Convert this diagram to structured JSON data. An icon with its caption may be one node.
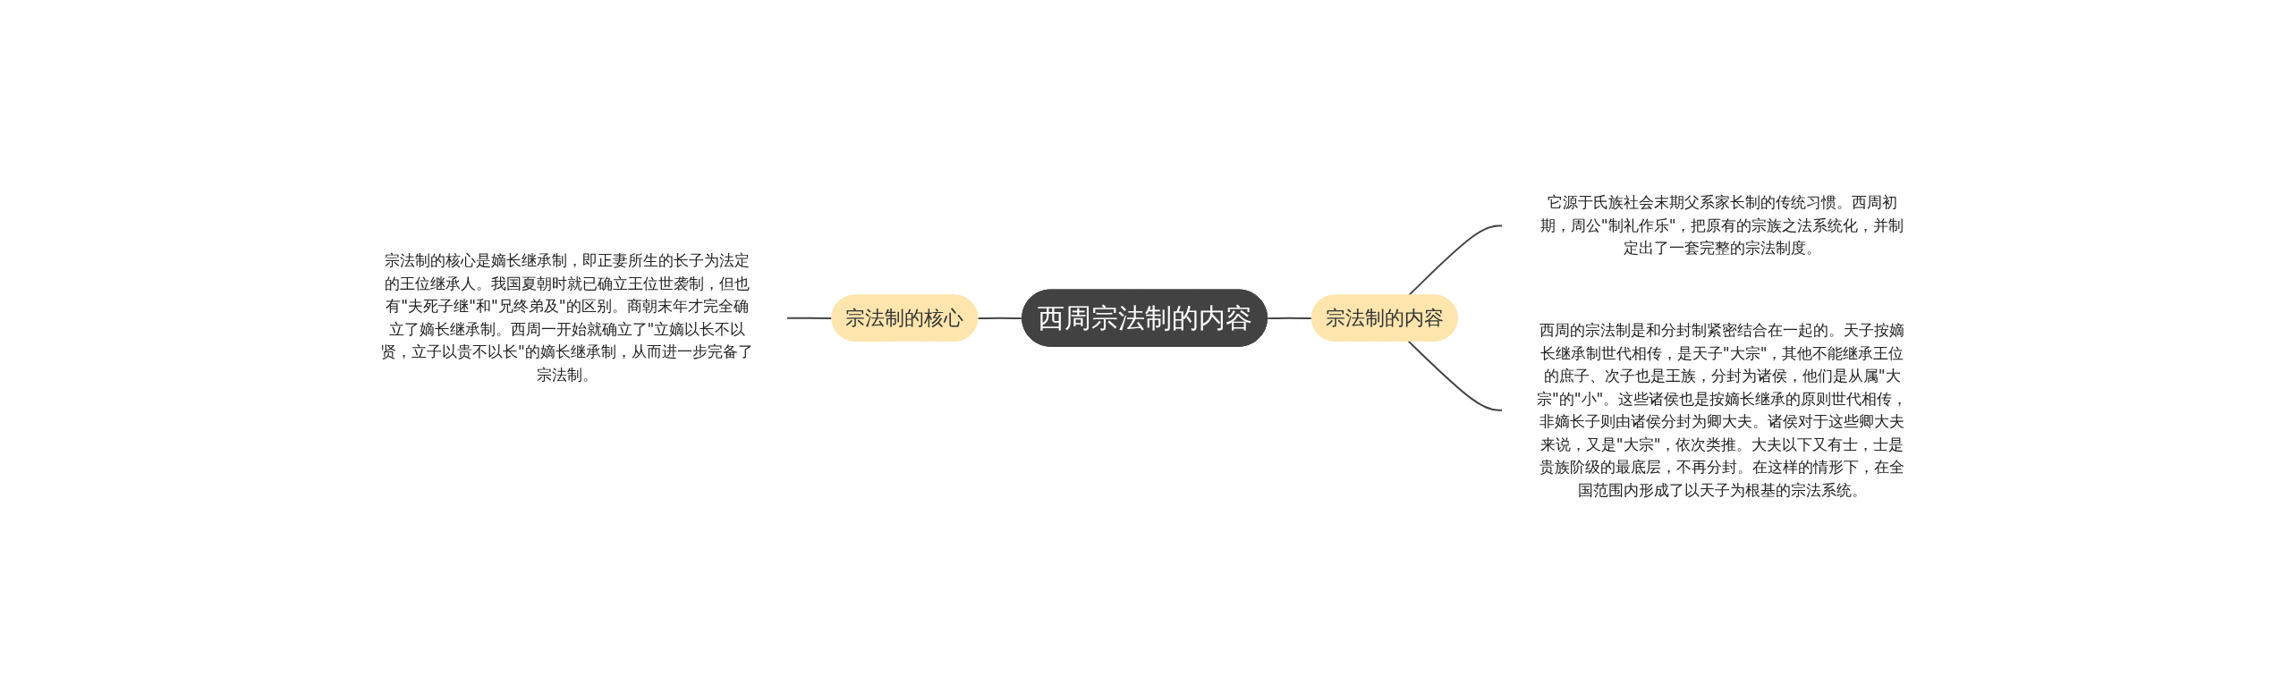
{
  "diagram": {
    "nodes": [
      {
        "text": [
          "西周宗法制的内容"
        ]
      },
      {
        "text": [
          "宗法制的核心"
        ]
      },
      {
        "text": [
          "宗法制的核心是嫡长继承制，即正妻所生的长子为法定的王位继承人。我国夏朝时就已确立王位世袭制，但也有\"夫死子继\"和\"兄终弟及\"的区别。商朝末年才完全确立了嫡长继承制。西周一开始就确立了\"立嫡以长不以贤，立子以贵不以长\"的嫡长继承制，从而进一步完备了宗法制。"
        ]
      },
      {
        "text": [
          "宗法制的内容"
        ]
      },
      {
        "text": [
          "它源于氏族社会末期父系家长制的传统习惯。西周初期，周公\"制礼作乐\"，把原有的宗族之法系统化，并制定出了一套完整的宗法制度。"
        ]
      },
      {
        "text": [
          "西周的宗法制是和分封制紧密结合在一起的。天子按嫡长继承制世代相传，是天子\"大宗\"，其他不能继承王位的庶子、次子也是王族，分封为诸侯，他们是从属\"大宗\"的\"小\"。这些诸侯也是按嫡长继承的原则世代相传，非嫡长子则由诸侯分封为卿大夫。诸侯对于这些卿大夫来说，又是\"大宗\"，依次类推。大夫以下又有士，士是贵族阶级的最底层，不再分封。在这样的情形下，在全国范围内形成了以天子为根基的宗法系统。"
        ]
      }
    ],
    "edges": [
      {
        "from": 2,
        "to": 1,
        "arrow": "none"
      },
      {
        "from": 1,
        "to": 0,
        "arrow": "none"
      },
      {
        "from": 0,
        "to": 3,
        "arrow": "none"
      },
      {
        "from": 3,
        "to": 4,
        "arrow": "none"
      },
      {
        "from": 3,
        "to": 5,
        "arrow": "none"
      }
    ]
  }
}
